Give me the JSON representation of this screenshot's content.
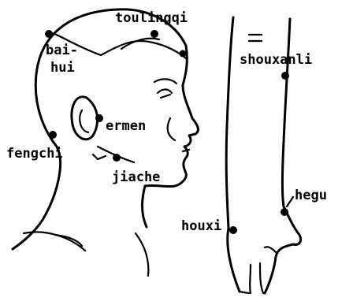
{
  "points": {
    "toulingqi": "toulingqi",
    "baihui_line1": "bai-",
    "baihui_line2": "hui",
    "ermen": "ermen",
    "fengchi": "fengchi",
    "jiache": "jiache",
    "shouxanli": "shouxanli",
    "hegu": "hegu",
    "houxi": "houxi"
  },
  "colors": {
    "ink": "#000000",
    "paper": "#ffffff"
  }
}
